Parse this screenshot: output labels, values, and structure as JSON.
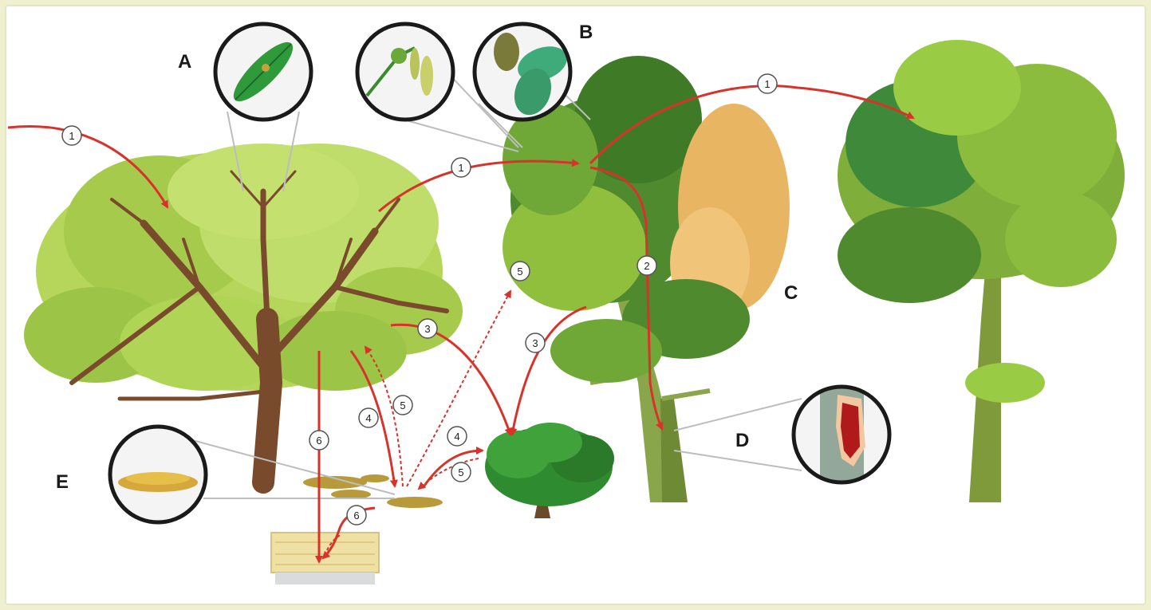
{
  "diagram": {
    "letters": {
      "A": "A",
      "B": "B",
      "C": "C",
      "D": "D",
      "E": "E"
    },
    "steps": {
      "s1a": "1",
      "s1b": "1",
      "s1c": "1",
      "s2": "2",
      "s3a": "3",
      "s3b": "3",
      "s4a": "4",
      "s4b": "4",
      "s5a": "5",
      "s5b": "5",
      "s5c": "5",
      "s6a": "6",
      "s6b": "6"
    },
    "colors": {
      "arrow": "#d8332a",
      "tree_left": "#b5d65a",
      "tree_left_dark": "#9cc446",
      "trunk_brown": "#7a4a2c",
      "tree_mid_dark": "#4f8a2e",
      "tree_mid_light": "#8fbf3d",
      "tree_mid_orange": "#e8b562",
      "tree_right": "#7fae3a",
      "trunk_green": "#7f9a3a",
      "shrub": "#2f8b2f",
      "soil": "#efe0a3",
      "frame_bg": "#eef0cf"
    },
    "icons": [
      "leaf-spot-icon",
      "flower-catkin-icon",
      "leaf-pair-icon",
      "bark-canker-icon",
      "leaf-litter-icon"
    ]
  }
}
